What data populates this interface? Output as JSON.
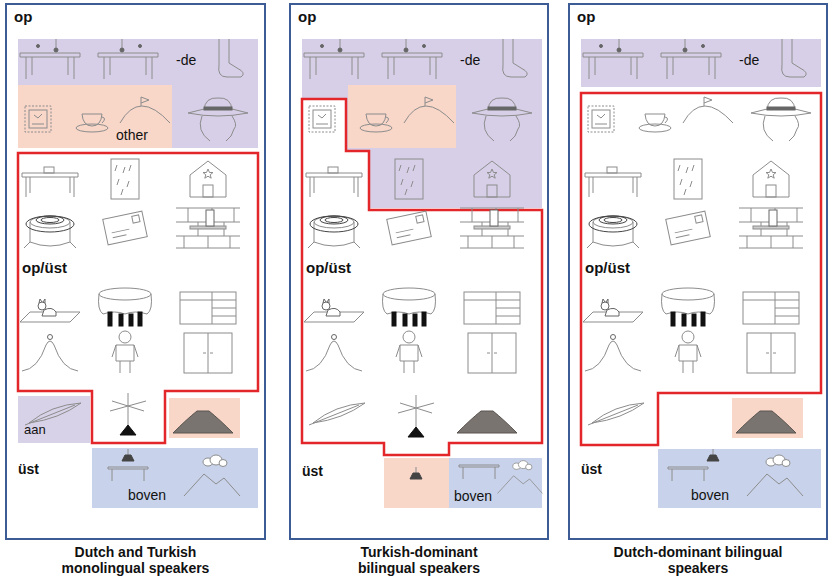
{
  "diagram": {
    "nodes": [
      {
        "text": [
          "op",
          "Dutch and Turkish monolingual speakers"
        ]
      },
      {
        "text": [
          "-de"
        ],
        "in": 0
      },
      {
        "text": [
          "other"
        ],
        "in": 0
      },
      {
        "text": [
          "op/üst"
        ],
        "in": 0
      },
      {
        "text": [
          "aan"
        ],
        "in": 0
      },
      {
        "text": [
          "boven"
        ],
        "in": 0
      },
      {
        "text": [
          "op",
          "Turkish-dominant bilingual speakers"
        ]
      },
      {
        "text": [
          "-de"
        ],
        "in": 6
      },
      {
        "text": [
          "op/üst"
        ],
        "in": 6
      },
      {
        "text": [
          "boven"
        ],
        "in": 6
      },
      {
        "text": [
          "op",
          "Dutch-dominant bilingual speakers"
        ]
      },
      {
        "text": [
          "-de"
        ],
        "in": 10
      },
      {
        "text": [
          "op/üst"
        ],
        "in": 10
      },
      {
        "text": [
          "boven"
        ],
        "in": 10
      }
    ],
    "labels": [
      "üst",
      "üst",
      "üst"
    ]
  }
}
